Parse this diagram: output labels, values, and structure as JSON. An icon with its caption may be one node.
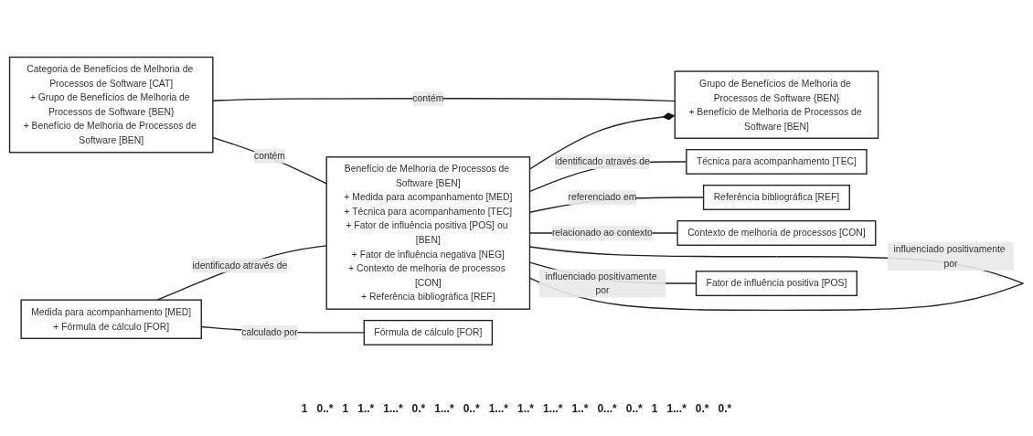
{
  "diagram": {
    "nodes": [
      {
        "text": [
          "Categoria de Benefícios de Melhoria de Processos de Software [CAT]",
          "+ Grupo de Benefícios de Melhoria de Processos de Software {BEN}",
          "+ Benefício de Melhoria de Processos de Software [BEN]"
        ]
      },
      {
        "text": [
          "Grupo de Benefícios de Melhoria de Processos de Software {BEN}",
          "+ Benefício de Melhoria de Processos de Software [BEN]"
        ]
      },
      {
        "text": [
          "Benefício de Melhoria de Processos de Software [BEN]",
          "+ Medida para acompanhamento [MED]",
          "+ Técnica para acompanhamento [TEC]",
          "+ Fator de influência positiva [POS] ou [BEN]",
          "+ Fator de influência negativa [NEG]",
          "+ Contexto de melhoria de processos [CON]",
          "+ Referência bibliográfica [REF]"
        ]
      },
      {
        "text": [
          "Medida para acompanhamento [MED]",
          "+ Fórmula de cálculo [FOR]"
        ]
      },
      {
        "text": [
          "Técnica para acompanhamento [TEC]"
        ]
      },
      {
        "text": [
          "Referência bibliográfica [REF]"
        ]
      },
      {
        "text": [
          "Contexto de melhoria de processos [CON]"
        ]
      },
      {
        "text": [
          "Fórmula de cálculo [FOR]"
        ]
      },
      {
        "text": [
          "Fator de influência positiva [POS]"
        ]
      }
    ],
    "edges": [
      {
        "from": 0,
        "to": 1,
        "label": "contém",
        "arrow": "none"
      },
      {
        "from": 0,
        "to": 2,
        "label": "contém",
        "arrow": "none"
      },
      {
        "from": 2,
        "to": 1,
        "arrow": "other"
      },
      {
        "from": 3,
        "to": 2,
        "label": "identificado através de",
        "arrow": "none"
      },
      {
        "from": 2,
        "to": 4,
        "label": "identificado através de",
        "arrow": "none"
      },
      {
        "from": 2,
        "to": 5,
        "label": "referenciado em",
        "arrow": "none"
      },
      {
        "from": 2,
        "to": 6,
        "label": "relacionado ao contexto",
        "arrow": "none"
      },
      {
        "from": 2,
        "to": 2,
        "label": "influenciado positivamente por",
        "arrow": "none"
      },
      {
        "from": 2,
        "to": 8,
        "label": "influenciado positivamente por",
        "arrow": "none"
      },
      {
        "from": 3,
        "to": 7,
        "label": "calculado por",
        "arrow": "none"
      }
    ],
    "labels": [
      "1",
      "0..*",
      "1",
      "1..*",
      "1...*",
      "0.*",
      "1...*",
      "0..*",
      "1...*",
      "1..*",
      "1...*",
      "1..*",
      "0...*",
      "0..*",
      "1",
      "1...*",
      "0.*",
      "0.*"
    ]
  }
}
